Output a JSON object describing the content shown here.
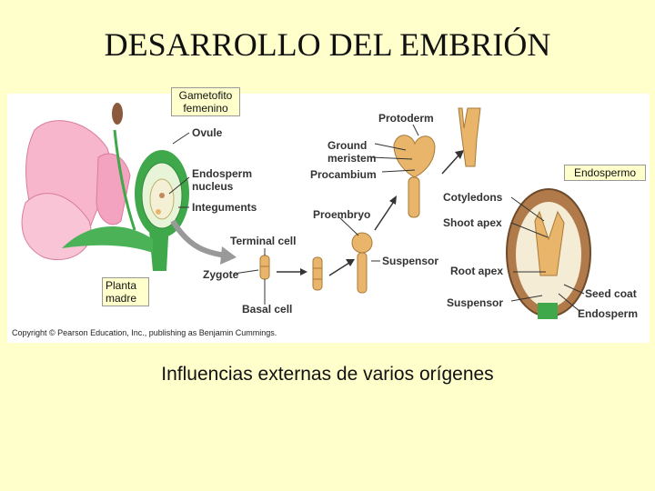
{
  "title": "DESARROLLO DEL EMBRIÓN",
  "callouts": {
    "gametofito": "Gametofito\nfemenino",
    "endospermo": "Endospermo",
    "planta_madre": "Planta\nmadre"
  },
  "diagram": {
    "ovule": "Ovule",
    "endosperm_nucleus_1": "Endosperm",
    "endosperm_nucleus_2": "nucleus",
    "integuments": "Integuments",
    "terminal_cell": "Terminal cell",
    "zygote": "Zygote",
    "basal_cell": "Basal cell",
    "proembryo": "Proembryo",
    "suspensor": "Suspensor",
    "protoderm": "Protoderm",
    "ground_meristem_1": "Ground",
    "ground_meristem_2": "meristem",
    "procambium": "Procambium",
    "cotyledons": "Cotyledons",
    "shoot_apex": "Shoot apex",
    "root_apex": "Root apex",
    "suspensor_2": "Suspensor",
    "seed_coat": "Seed coat",
    "endosperm": "Endosperm",
    "copyright": "Copyright © Pearson Education, Inc., publishing as Benjamin Cummings."
  },
  "subtitle": "Influencias externas de varios orígenes",
  "colors": {
    "background": "#ffffcc",
    "petal_pink": "#f7b6cc",
    "stem_green": "#3fa84a",
    "embryo_tan": "#e8b56a",
    "seed_brown": "#b07a4a"
  }
}
